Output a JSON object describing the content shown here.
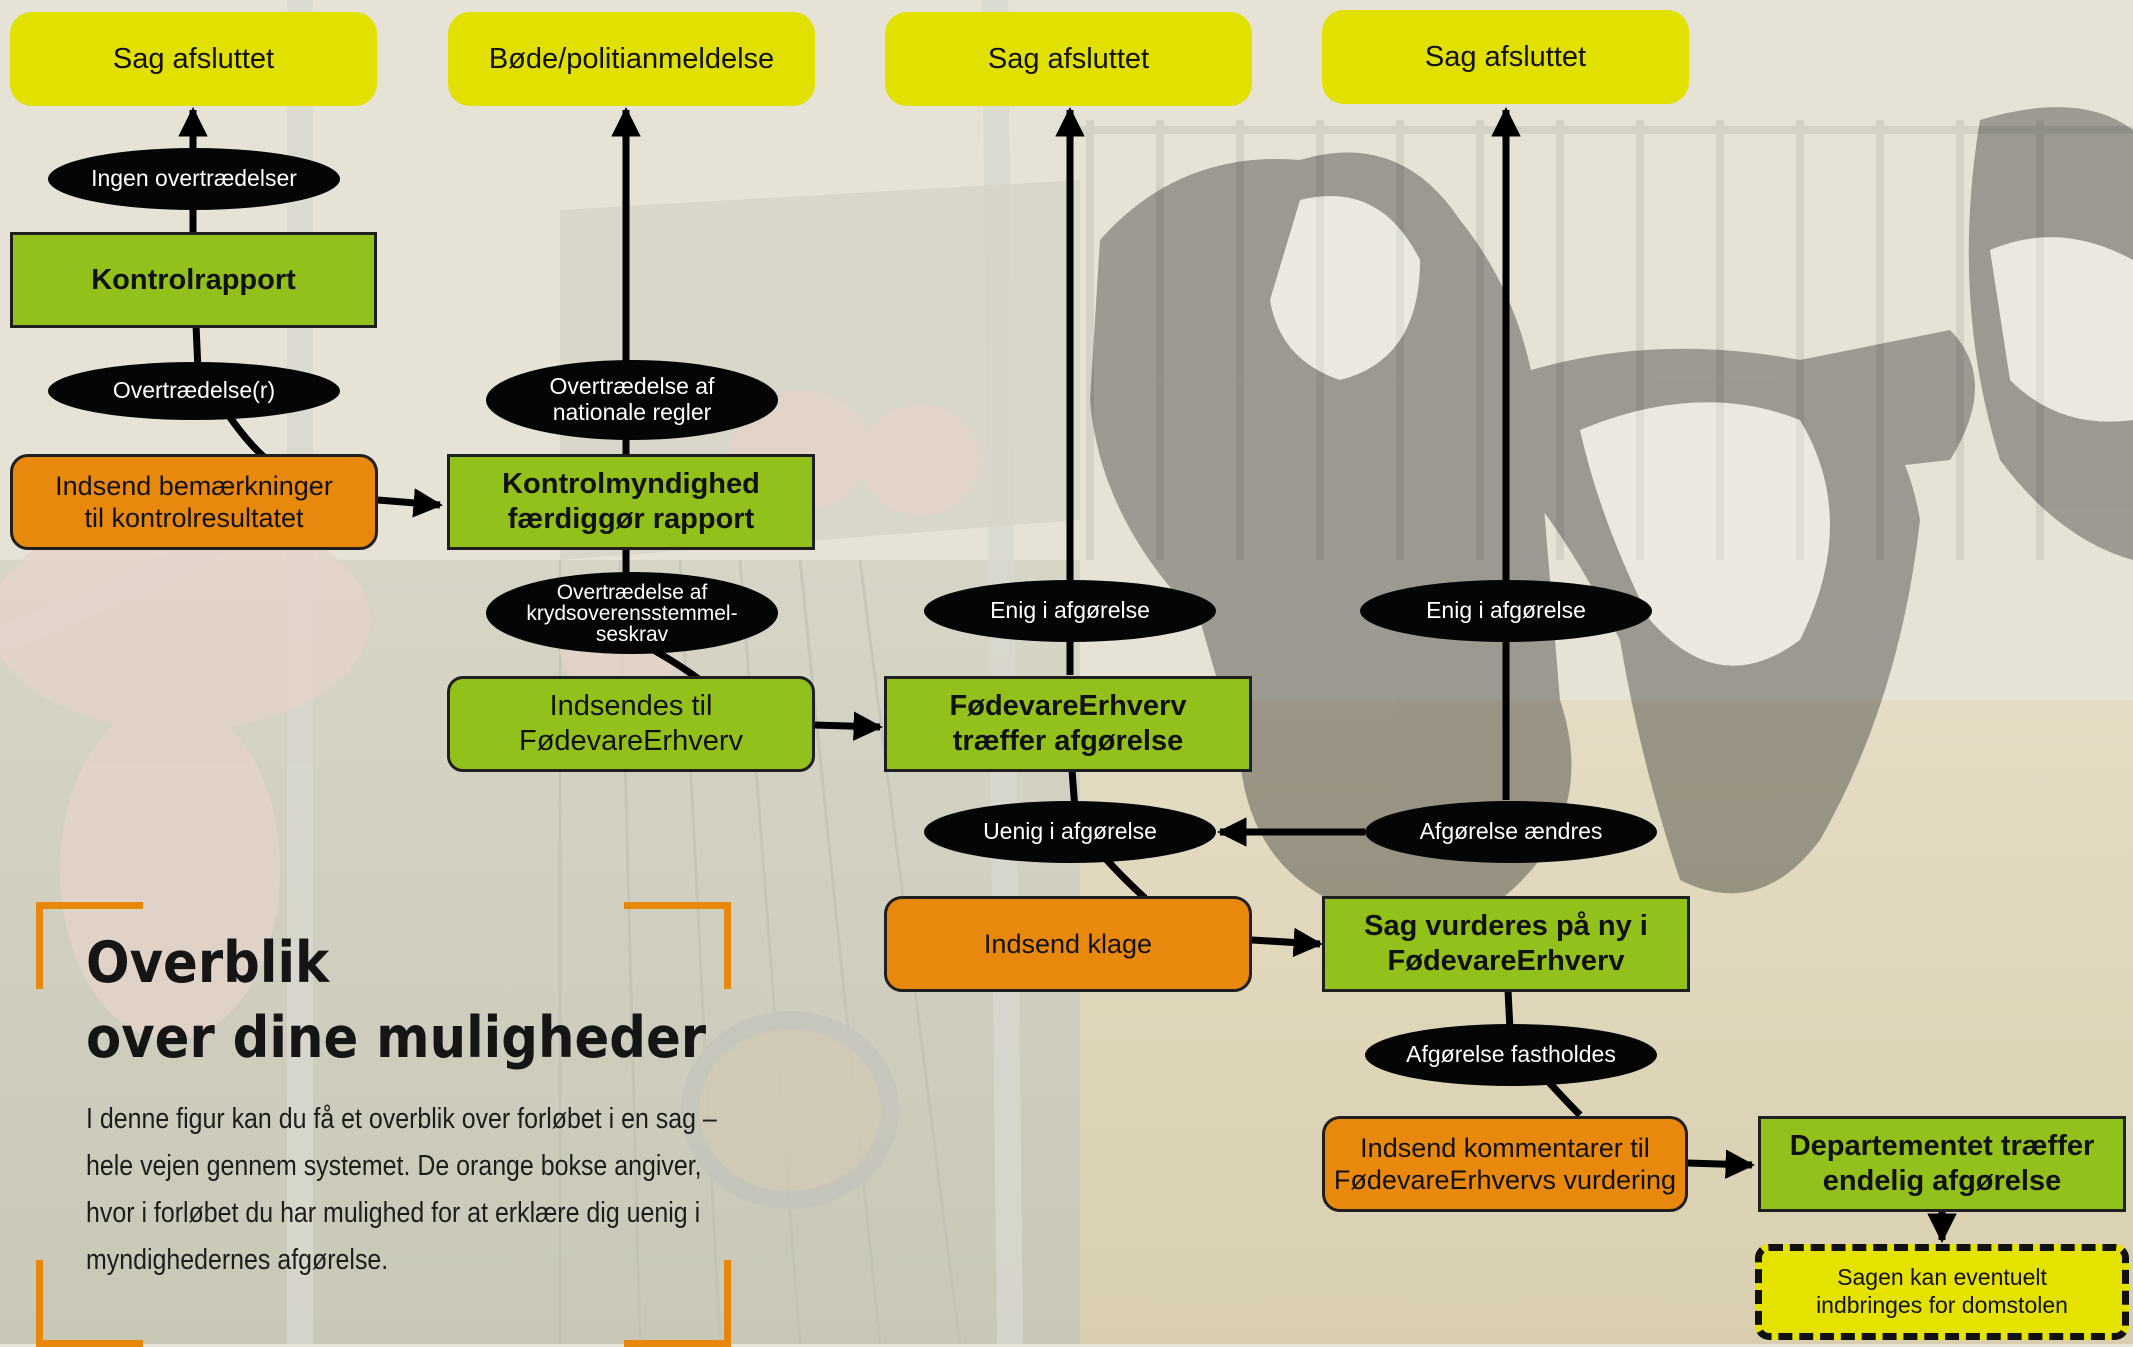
{
  "outcomes": {
    "case_closed_1": "Sag afsluttet",
    "fine_report": "Bøde/politianmeldelse",
    "case_closed_2": "Sag afsluttet",
    "case_closed_3": "Sag afsluttet"
  },
  "conditions": {
    "no_violations": "Ingen overtrædelser",
    "violations": "Overtrædelse(r)",
    "national_rules": [
      "Overtrædelse af",
      "nationale regler"
    ],
    "cross_compliance": [
      "Overtrædelse af",
      "krydsoverensstemmel-",
      "seskrav"
    ],
    "agree_1": "Enig i afgørelse",
    "agree_2": "Enig i afgørelse",
    "disagree": "Uenig i afgørelse",
    "decision_changed": "Afgørelse ændres",
    "decision_upheld": "Afgørelse fastholdes"
  },
  "steps": {
    "control_report": "Kontrolrapport",
    "submit_remarks": [
      "Indsend bemærkninger",
      "til kontrolresultatet"
    ],
    "authority_completes": [
      "Kontrolmyndighed",
      "færdiggør rapport"
    ],
    "sent_to_fe": [
      "Indsendes til",
      "FødevareErhverv"
    ],
    "fe_decides": [
      "FødevareErhverv",
      "træffer afgørelse"
    ],
    "submit_complaint": "Indsend klage",
    "reassessed": [
      "Sag vurderes på ny i",
      "FødevareErhverv"
    ],
    "submit_comments": [
      "Indsend kommentarer til",
      "FødevareErhvervs vurdering"
    ],
    "ministry_final": [
      "Departementet træffer",
      "endelig afgørelse"
    ],
    "court": [
      "Sagen kan eventuelt",
      "indbringes for domstolen"
    ]
  },
  "overview": {
    "title_line1": "Overblik",
    "title_line2": "over dine muligheder",
    "description": "I denne figur kan du få et overblik over forløbet i en sag – hele vejen gennem systemet. De orange bokse angiver, hvor i forløbet du har mulighed for at erklære dig uenig i myndighedernes afgørelse."
  },
  "colors": {
    "outcome_yellow": "#e2e000",
    "step_green": "#93c11c",
    "action_orange": "#e8890e",
    "condition_black": "#050505",
    "accent_orange": "#e7870c"
  }
}
